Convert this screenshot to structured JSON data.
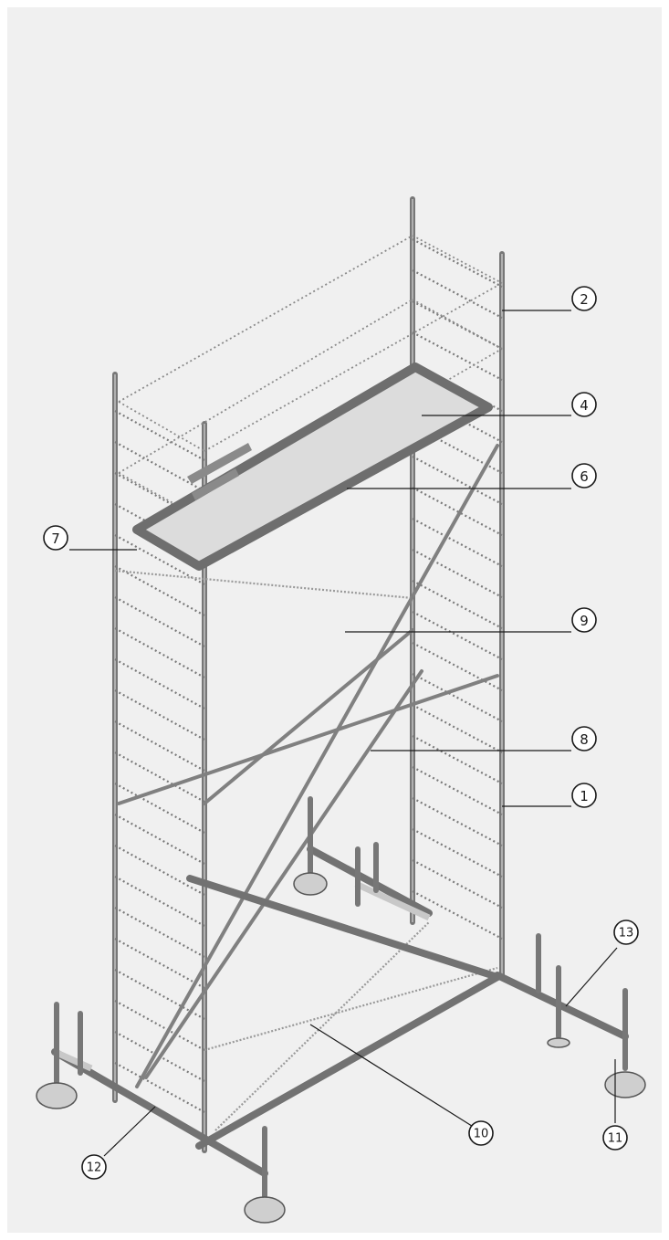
{
  "diagram": {
    "background": "#f0f0f0",
    "frame_color": "#7a7a7a",
    "callouts": [
      {
        "id": "c2",
        "label": "2"
      },
      {
        "id": "c4",
        "label": "4"
      },
      {
        "id": "c6",
        "label": "6"
      },
      {
        "id": "c7",
        "label": "7"
      },
      {
        "id": "c9",
        "label": "9"
      },
      {
        "id": "c8",
        "label": "8"
      },
      {
        "id": "c1",
        "label": "1"
      },
      {
        "id": "c13",
        "label": "13"
      },
      {
        "id": "c10",
        "label": "10"
      },
      {
        "id": "c11",
        "label": "11"
      },
      {
        "id": "c12",
        "label": "12"
      }
    ]
  }
}
